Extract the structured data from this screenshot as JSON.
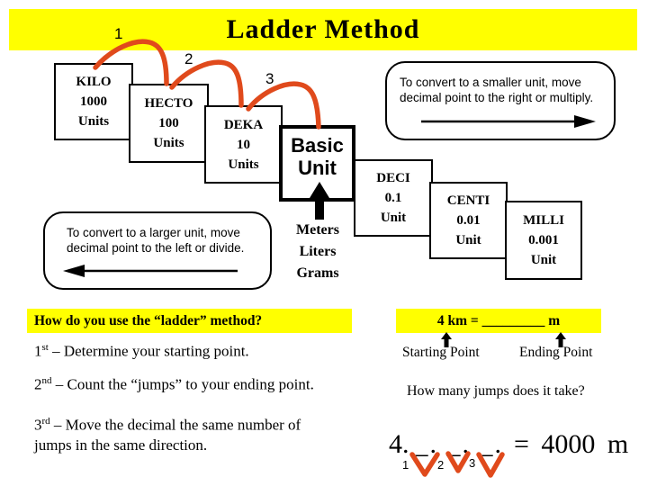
{
  "title": "Ladder Method",
  "colors": {
    "accent_red": "#E04A1C",
    "highlight_yellow": "#FFFF00"
  },
  "jump_labels": [
    "1",
    "2",
    "3"
  ],
  "ladder": {
    "boxes": [
      {
        "name": "KILO",
        "value": "1000",
        "unit": "Units"
      },
      {
        "name": "HECTO",
        "value": "100",
        "unit": "Units"
      },
      {
        "name": "DEKA",
        "value": "10",
        "unit": "Units"
      },
      {
        "name": "Basic",
        "value": "Unit"
      },
      {
        "name": "DECI",
        "value": "0.1",
        "unit": "Unit"
      },
      {
        "name": "CENTI",
        "value": "0.01",
        "unit": "Unit"
      },
      {
        "name": "MILLI",
        "value": "0.001",
        "unit": "Unit"
      }
    ],
    "base_units": [
      "Meters",
      "Liters",
      "Grams"
    ]
  },
  "callouts": {
    "smaller": {
      "line1": "To convert to a smaller unit, move",
      "line2": "decimal  point to the right or multiply."
    },
    "larger": {
      "line1": "To convert to a larger unit, move",
      "line2": "decimal  point to the left or divide."
    }
  },
  "how_to": {
    "question": "How do you use the “ladder” method?",
    "steps": [
      {
        "ord": "1",
        "sup": "st",
        "text": " – Determine your starting point."
      },
      {
        "ord": "2",
        "sup": "nd",
        "text": " – Count the “jumps” to your ending point."
      },
      {
        "ord": "3",
        "sup": "rd",
        "text": " – Move the decimal the same number of jumps in the same direction."
      }
    ]
  },
  "example": {
    "problem": "4 km = _________ m",
    "starting_label": "Starting Point",
    "ending_label": "Ending Point",
    "jumps_question": "How many jumps does it take?",
    "equation_start": "4.",
    "equation_blanks": "_. _. _.",
    "equation_result": "= 4000 m",
    "jump_numbers": [
      "1",
      "2",
      "3"
    ]
  }
}
